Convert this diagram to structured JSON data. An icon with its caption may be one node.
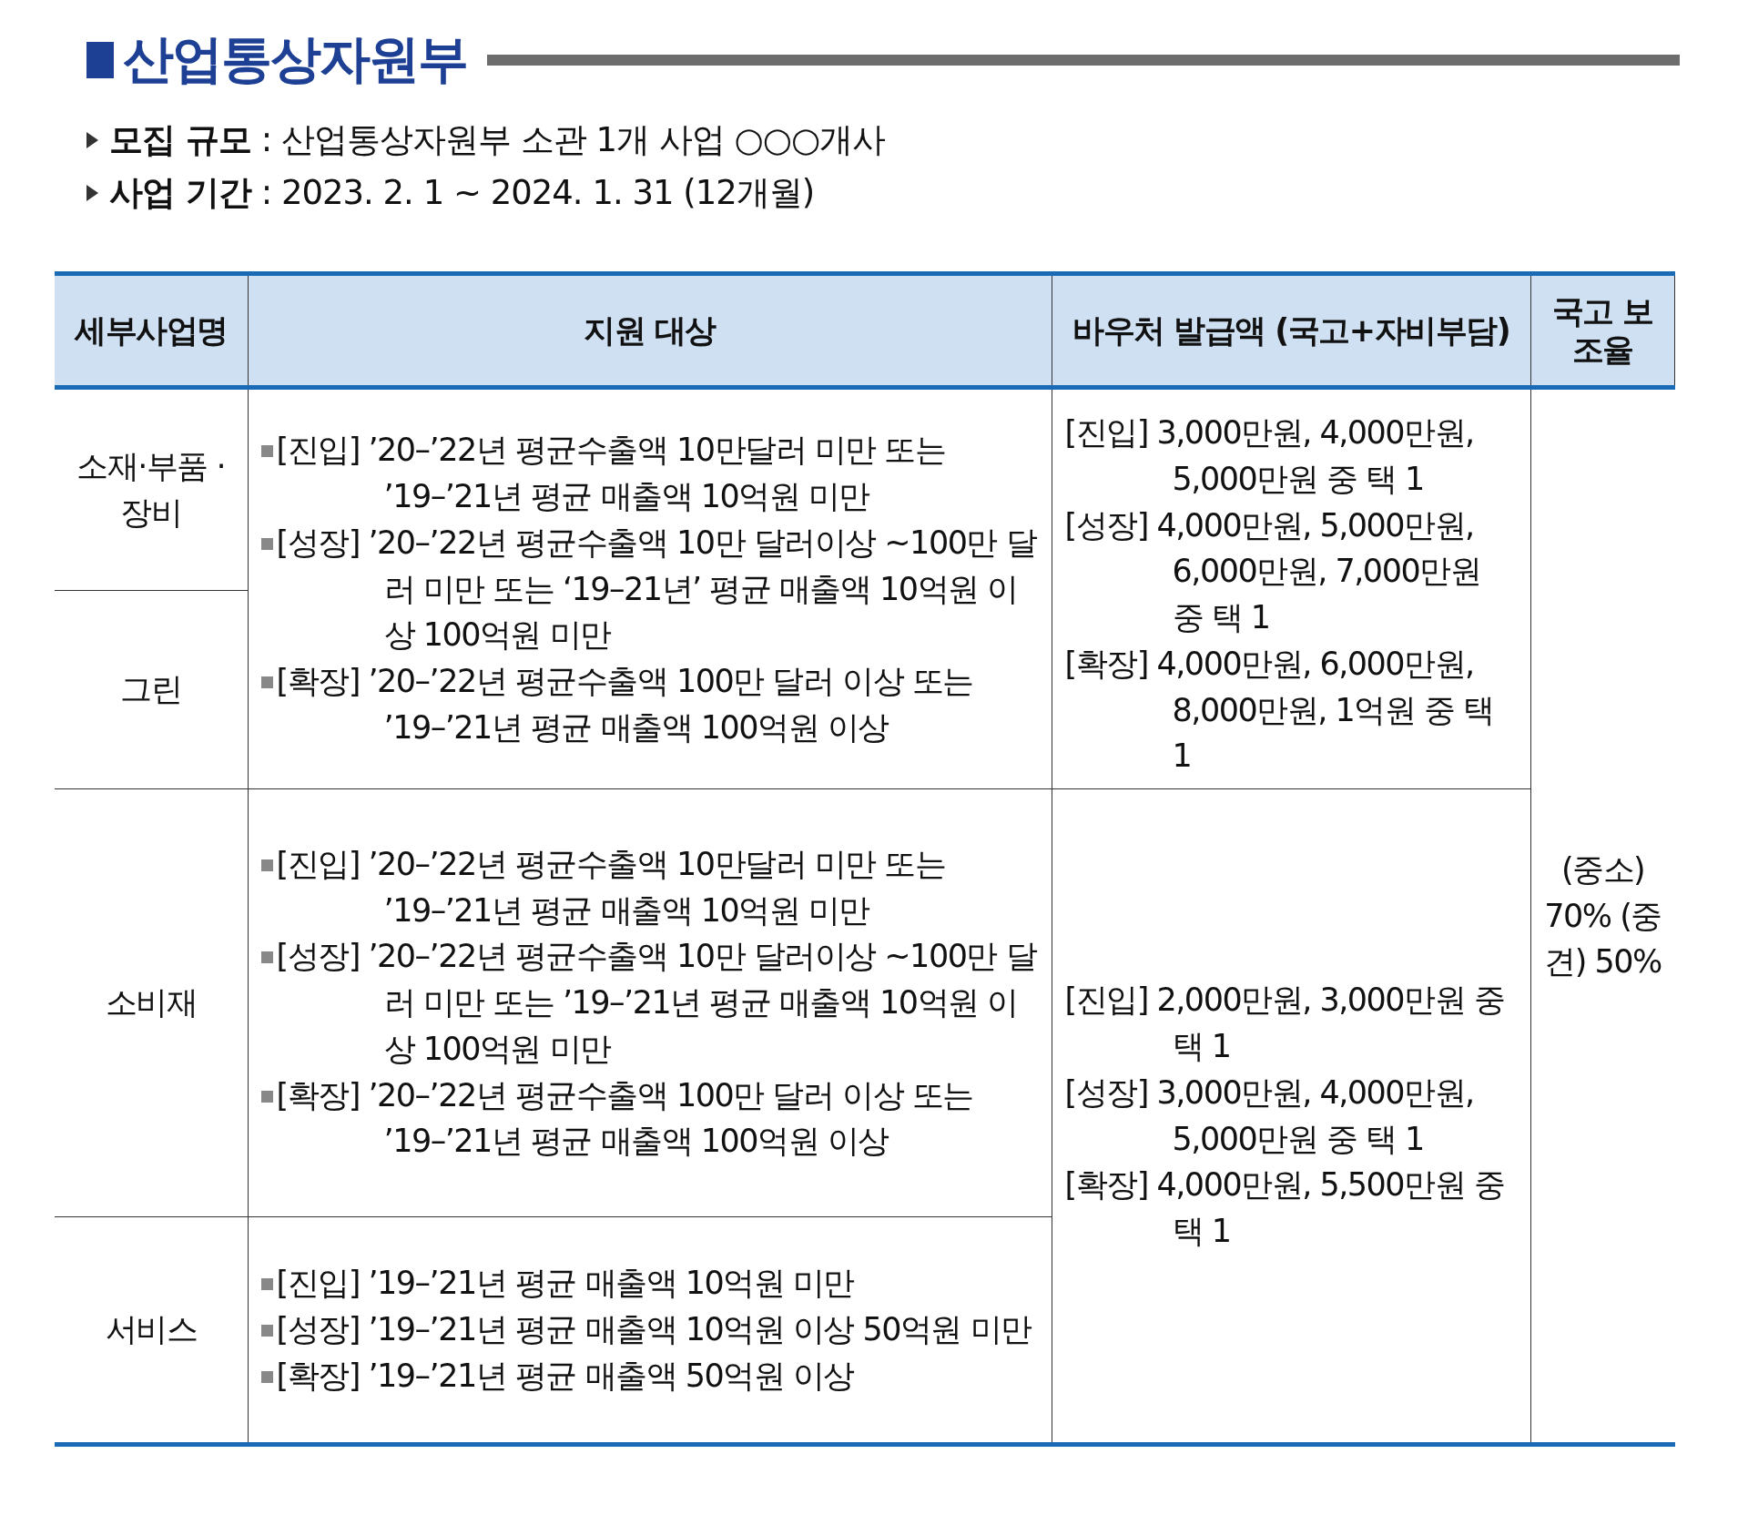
{
  "diagram": {
    "title": "산업통상자원부",
    "labels": [
      "**모집 규모** : 산업통상자원부 소관 1개 사업 ○○○개사",
      "**사업 기간** : 2023. 2. 1 ~ 2024. 1. 31 (12개월)",
      "세부사업명",
      "지원 대상",
      "바우처 발급액 (국고+자비부담)",
      "국고 보조율",
      "소재·부품 ·장비",
      "그린",
      "[진입] ’20–’22년 평균수출액 10만달러 미만 또는 ’19–’21년 평균 매출액 10억원 미만",
      "[성장] ’20–’22년 평균수출액 10만 달러이상 ~100만 달러 미만 또는 ‘19–21년’ 평균 매출액 10억원 이상 100억원 미만",
      "[확장] ’20–’22년 평균수출액 100만 달러 이상 또는 ’19–’21년 평균 매출액 100억원 이상",
      "[진입] 3,000만원, 4,000만원, 5,000만원 중 택 1",
      "[성장] 4,000만원, 5,000만원, 6,000만원, 7,000만원 중 택 1",
      "[확장] 4,000만원, 6,000만원, 8,000만원, 1억원 중 택 1",
      "(중소) 70% (중견) 50%",
      "소비재",
      "[진입] ’20–’22년 평균수출액 10만달러 미만 또는 ’19–’21년 평균 매출액 10억원 미만",
      "[성장] ’20–’22년 평균수출액 10만 달러이상 ~100만 달러 미만 또는 ’19–’21년 평균 매출액 10억원 이상 100억원 미만",
      "[확장] ’20–’22년 평균수출액 100만 달러 이상 또는 ’19–’21년 평균 매출액 100억원 이상",
      "[진입] 2,000만원, 3,000만원 중 택 1",
      "[성장] 3,000만원, 4,000만원, 5,000만원 중 택 1",
      "[확장] 4,000만원, 5,500만원 중 택 1",
      "서비스",
      "[진입] ’19–’21년 평균 매출액 10억원 미만",
      "[성장] ’19–’21년 평균 매출액 10억원 이상 50억원 미만",
      "[확장] ’19–’21년 평균 매출액 50억원 이상"
    ]
  }
}
